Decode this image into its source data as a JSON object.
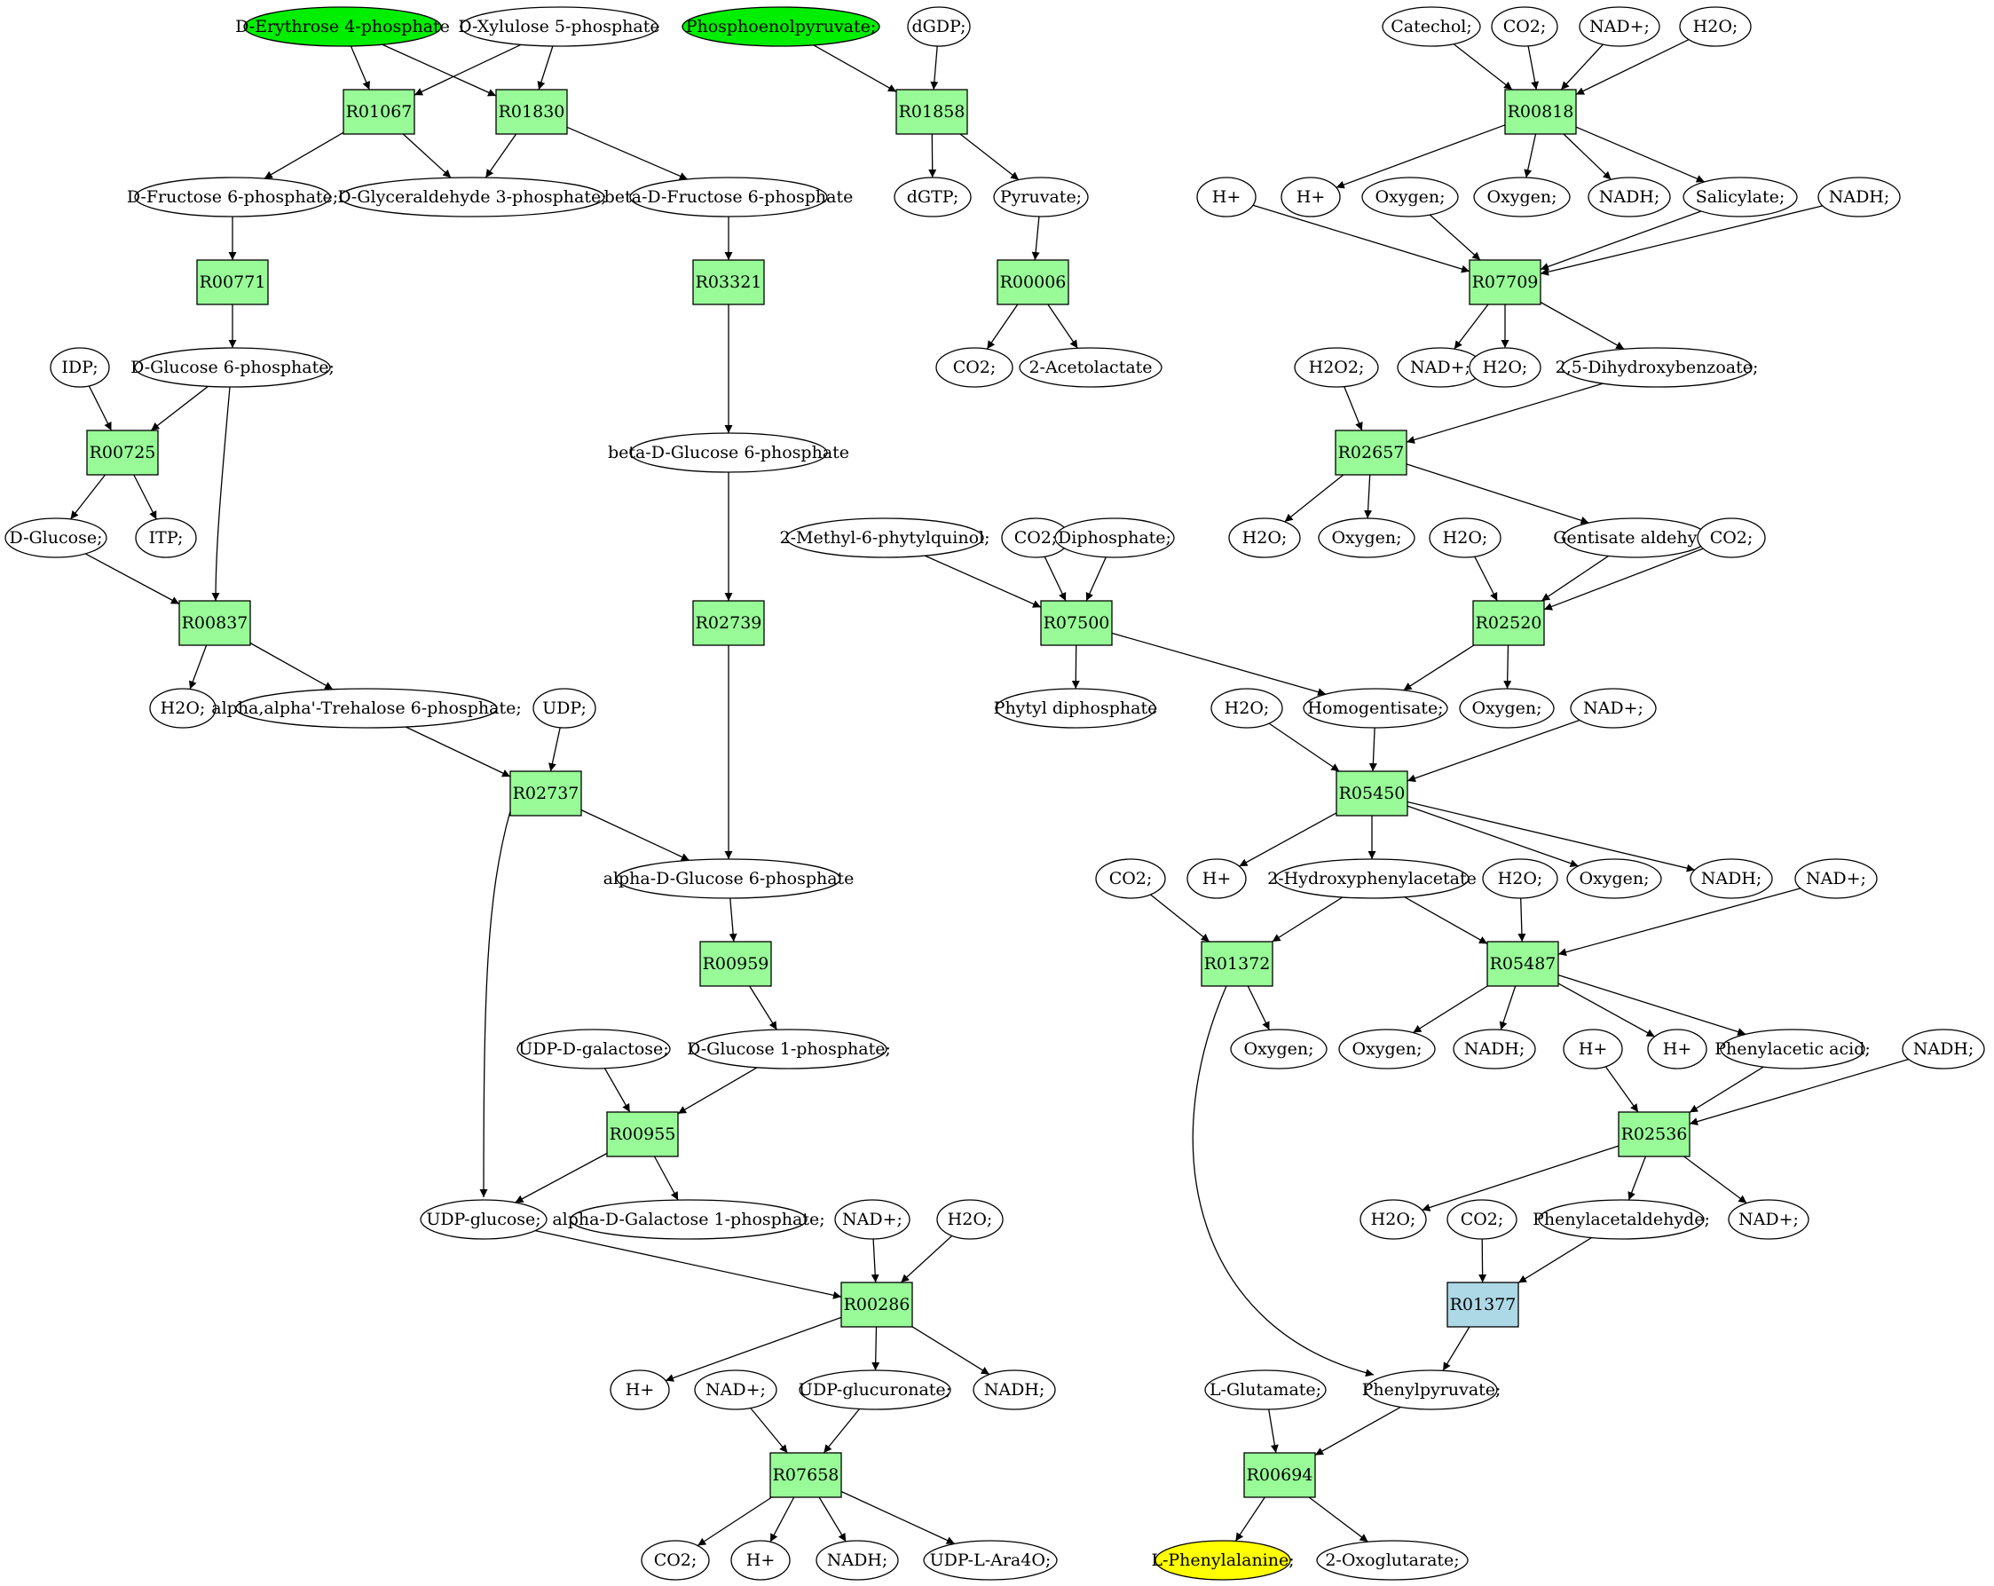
{
  "colors": {
    "reaction": "#98fb98",
    "reaction_highlight": "#add8e6",
    "compound": "#ffffff",
    "start_compound": "#00ee00",
    "target_compound": "#ffff00"
  },
  "nodes": [
    {
      "id": "m1",
      "label": "D-Erythrose 4-phosphate",
      "type": "compound",
      "style": "start"
    },
    {
      "id": "m2",
      "label": "D-Xylulose 5-phosphate",
      "type": "compound"
    },
    {
      "id": "m3",
      "label": "Phosphoenolpyruvate;",
      "type": "compound",
      "style": "start"
    },
    {
      "id": "m4",
      "label": "dGDP;",
      "type": "compound"
    },
    {
      "id": "m5",
      "label": "Catechol;",
      "type": "compound"
    },
    {
      "id": "m6",
      "label": "CO2;",
      "type": "compound"
    },
    {
      "id": "m7",
      "label": "NAD+;",
      "type": "compound"
    },
    {
      "id": "m8",
      "label": "H2O;",
      "type": "compound"
    },
    {
      "id": "r1",
      "label": "R01067",
      "type": "reaction"
    },
    {
      "id": "r2",
      "label": "R01830",
      "type": "reaction"
    },
    {
      "id": "r3",
      "label": "R01858",
      "type": "reaction"
    },
    {
      "id": "r4",
      "label": "R00818",
      "type": "reaction"
    },
    {
      "id": "m9",
      "label": "D-Fructose 6-phosphate;",
      "type": "compound"
    },
    {
      "id": "m10",
      "label": "D-Glyceraldehyde 3-phosphate;",
      "type": "compound"
    },
    {
      "id": "m11",
      "label": "beta-D-Fructose 6-phosphate",
      "type": "compound"
    },
    {
      "id": "m12",
      "label": "dGTP;",
      "type": "compound"
    },
    {
      "id": "m13",
      "label": "Pyruvate;",
      "type": "compound"
    },
    {
      "id": "m14",
      "label": "H+",
      "type": "compound"
    },
    {
      "id": "m15",
      "label": "H+",
      "type": "compound"
    },
    {
      "id": "m16",
      "label": "Oxygen;",
      "type": "compound"
    },
    {
      "id": "m17",
      "label": "Oxygen;",
      "type": "compound"
    },
    {
      "id": "m18",
      "label": "NADH;",
      "type": "compound"
    },
    {
      "id": "m19",
      "label": "Salicylate;",
      "type": "compound"
    },
    {
      "id": "m20",
      "label": "NADH;",
      "type": "compound"
    },
    {
      "id": "r5",
      "label": "R00771",
      "type": "reaction"
    },
    {
      "id": "r6",
      "label": "R03321",
      "type": "reaction"
    },
    {
      "id": "r7",
      "label": "R00006",
      "type": "reaction"
    },
    {
      "id": "r8",
      "label": "R07709",
      "type": "reaction"
    },
    {
      "id": "m21",
      "label": "IDP;",
      "type": "compound"
    },
    {
      "id": "m22",
      "label": "D-Glucose 6-phosphate;",
      "type": "compound"
    },
    {
      "id": "m23",
      "label": "CO2;",
      "type": "compound"
    },
    {
      "id": "m24",
      "label": "2-Acetolactate",
      "type": "compound"
    },
    {
      "id": "m25",
      "label": "H2O2;",
      "type": "compound"
    },
    {
      "id": "m26",
      "label": "NAD+;",
      "type": "compound"
    },
    {
      "id": "m27",
      "label": "H2O;",
      "type": "compound"
    },
    {
      "id": "m28",
      "label": "2,5-Dihydroxybenzoate;",
      "type": "compound"
    },
    {
      "id": "r9",
      "label": "R00725",
      "type": "reaction"
    },
    {
      "id": "m29",
      "label": "beta-D-Glucose 6-phosphate",
      "type": "compound"
    },
    {
      "id": "r10",
      "label": "R02657",
      "type": "reaction"
    },
    {
      "id": "m30",
      "label": "D-Glucose;",
      "type": "compound"
    },
    {
      "id": "m31",
      "label": "ITP;",
      "type": "compound"
    },
    {
      "id": "m32",
      "label": "2-Methyl-6-phytylquinol;",
      "type": "compound"
    },
    {
      "id": "m33",
      "label": "CO2;",
      "type": "compound"
    },
    {
      "id": "m34",
      "label": "Diphosphate;",
      "type": "compound"
    },
    {
      "id": "m35",
      "label": "H2O;",
      "type": "compound"
    },
    {
      "id": "m36",
      "label": "Oxygen;",
      "type": "compound"
    },
    {
      "id": "m37",
      "label": "H2O;",
      "type": "compound"
    },
    {
      "id": "m38",
      "label": "Gentisate aldehyde",
      "type": "compound"
    },
    {
      "id": "m39",
      "label": "CO2;",
      "type": "compound"
    },
    {
      "id": "r11",
      "label": "R00837",
      "type": "reaction"
    },
    {
      "id": "r12",
      "label": "R02739",
      "type": "reaction"
    },
    {
      "id": "r13",
      "label": "R07500",
      "type": "reaction"
    },
    {
      "id": "r14",
      "label": "R02520",
      "type": "reaction"
    },
    {
      "id": "m40",
      "label": "H2O;",
      "type": "compound"
    },
    {
      "id": "m41",
      "label": "alpha,alpha'-Trehalose 6-phosphate;",
      "type": "compound"
    },
    {
      "id": "m42",
      "label": "UDP;",
      "type": "compound"
    },
    {
      "id": "m43",
      "label": "Phytyl diphosphate",
      "type": "compound"
    },
    {
      "id": "m44",
      "label": "H2O;",
      "type": "compound"
    },
    {
      "id": "m45",
      "label": "Homogentisate;",
      "type": "compound"
    },
    {
      "id": "m46",
      "label": "Oxygen;",
      "type": "compound"
    },
    {
      "id": "m47",
      "label": "NAD+;",
      "type": "compound"
    },
    {
      "id": "r15",
      "label": "R02737",
      "type": "reaction"
    },
    {
      "id": "r16",
      "label": "R05450",
      "type": "reaction"
    },
    {
      "id": "m48",
      "label": "alpha-D-Glucose 6-phosphate",
      "type": "compound"
    },
    {
      "id": "m49",
      "label": "CO2;",
      "type": "compound"
    },
    {
      "id": "m50",
      "label": "H+",
      "type": "compound"
    },
    {
      "id": "m51",
      "label": "2-Hydroxyphenylacetate",
      "type": "compound"
    },
    {
      "id": "m52",
      "label": "H2O;",
      "type": "compound"
    },
    {
      "id": "m53",
      "label": "Oxygen;",
      "type": "compound"
    },
    {
      "id": "m54",
      "label": "NADH;",
      "type": "compound"
    },
    {
      "id": "m55",
      "label": "NAD+;",
      "type": "compound"
    },
    {
      "id": "r17",
      "label": "R00959",
      "type": "reaction"
    },
    {
      "id": "r18",
      "label": "R01372",
      "type": "reaction"
    },
    {
      "id": "r19",
      "label": "R05487",
      "type": "reaction"
    },
    {
      "id": "m56",
      "label": "UDP-D-galactose;",
      "type": "compound"
    },
    {
      "id": "m57",
      "label": "D-Glucose 1-phosphate;",
      "type": "compound"
    },
    {
      "id": "m58",
      "label": "Oxygen;",
      "type": "compound"
    },
    {
      "id": "m59",
      "label": "Oxygen;",
      "type": "compound"
    },
    {
      "id": "m60",
      "label": "NADH;",
      "type": "compound"
    },
    {
      "id": "m61",
      "label": "H+",
      "type": "compound"
    },
    {
      "id": "m62",
      "label": "H+",
      "type": "compound"
    },
    {
      "id": "m63",
      "label": "Phenylacetic acid;",
      "type": "compound"
    },
    {
      "id": "m64",
      "label": "NADH;",
      "type": "compound"
    },
    {
      "id": "r20",
      "label": "R00955",
      "type": "reaction"
    },
    {
      "id": "r21",
      "label": "R02536",
      "type": "reaction"
    },
    {
      "id": "m65",
      "label": "UDP-glucose;",
      "type": "compound"
    },
    {
      "id": "m66",
      "label": "alpha-D-Galactose 1-phosphate;",
      "type": "compound"
    },
    {
      "id": "m67",
      "label": "NAD+;",
      "type": "compound"
    },
    {
      "id": "m68",
      "label": "H2O;",
      "type": "compound"
    },
    {
      "id": "m69",
      "label": "H2O;",
      "type": "compound"
    },
    {
      "id": "m70",
      "label": "CO2;",
      "type": "compound"
    },
    {
      "id": "m71",
      "label": "Phenylacetaldehyde;",
      "type": "compound"
    },
    {
      "id": "m72",
      "label": "NAD+;",
      "type": "compound"
    },
    {
      "id": "r22",
      "label": "R00286",
      "type": "reaction"
    },
    {
      "id": "r23",
      "label": "R01377",
      "type": "reaction",
      "style": "highlight"
    },
    {
      "id": "m73",
      "label": "H+",
      "type": "compound"
    },
    {
      "id": "m74",
      "label": "NAD+;",
      "type": "compound"
    },
    {
      "id": "m75",
      "label": "UDP-glucuronate;",
      "type": "compound"
    },
    {
      "id": "m76",
      "label": "NADH;",
      "type": "compound"
    },
    {
      "id": "m77",
      "label": "L-Glutamate;",
      "type": "compound"
    },
    {
      "id": "m78",
      "label": "Phenylpyruvate;",
      "type": "compound"
    },
    {
      "id": "r24",
      "label": "R07658",
      "type": "reaction"
    },
    {
      "id": "r25",
      "label": "R00694",
      "type": "reaction"
    },
    {
      "id": "m79",
      "label": "CO2;",
      "type": "compound"
    },
    {
      "id": "m80",
      "label": "H+",
      "type": "compound"
    },
    {
      "id": "m81",
      "label": "NADH;",
      "type": "compound"
    },
    {
      "id": "m82",
      "label": "UDP-L-Ara4O;",
      "type": "compound"
    },
    {
      "id": "m83",
      "label": "L-Phenylalanine;",
      "type": "compound",
      "style": "target"
    },
    {
      "id": "m84",
      "label": "2-Oxoglutarate;",
      "type": "compound"
    }
  ],
  "edges": [
    [
      "m1",
      "r1"
    ],
    [
      "m1",
      "r2"
    ],
    [
      "m2",
      "r1"
    ],
    [
      "m2",
      "r2"
    ],
    [
      "r1",
      "m9"
    ],
    [
      "r1",
      "m10"
    ],
    [
      "r2",
      "m10"
    ],
    [
      "r2",
      "m11"
    ],
    [
      "m3",
      "r3"
    ],
    [
      "m4",
      "r3"
    ],
    [
      "r3",
      "m12"
    ],
    [
      "r3",
      "m13"
    ],
    [
      "m5",
      "r4"
    ],
    [
      "m6",
      "r4"
    ],
    [
      "m7",
      "r4"
    ],
    [
      "m8",
      "r4"
    ],
    [
      "r4",
      "m15"
    ],
    [
      "r4",
      "m17"
    ],
    [
      "r4",
      "m18"
    ],
    [
      "r4",
      "m19"
    ],
    [
      "m9",
      "r5"
    ],
    [
      "m11",
      "r6"
    ],
    [
      "m13",
      "r7"
    ],
    [
      "m14",
      "r8"
    ],
    [
      "m16",
      "r8"
    ],
    [
      "m19",
      "r8"
    ],
    [
      "m20",
      "r8"
    ],
    [
      "r5",
      "m22"
    ],
    [
      "r6",
      "m29"
    ],
    [
      "r7",
      "m23"
    ],
    [
      "r7",
      "m24"
    ],
    [
      "r8",
      "m26"
    ],
    [
      "r8",
      "m27"
    ],
    [
      "r8",
      "m28"
    ],
    [
      "m21",
      "r9"
    ],
    [
      "m22",
      "r9"
    ],
    [
      "r9",
      "m30"
    ],
    [
      "r9",
      "m31"
    ],
    [
      "m25",
      "r10"
    ],
    [
      "m28",
      "r10"
    ],
    [
      "r10",
      "m35"
    ],
    [
      "r10",
      "m36"
    ],
    [
      "r10",
      "m38"
    ],
    [
      "m30",
      "r11"
    ],
    [
      "m22",
      "r11"
    ],
    [
      "r11",
      "m40"
    ],
    [
      "r11",
      "m41"
    ],
    [
      "m29",
      "r12"
    ],
    [
      "r12",
      "m48"
    ],
    [
      "m32",
      "r13"
    ],
    [
      "m33",
      "r13"
    ],
    [
      "m34",
      "r13"
    ],
    [
      "r13",
      "m43"
    ],
    [
      "r13",
      "m45"
    ],
    [
      "m37",
      "r14"
    ],
    [
      "m38",
      "r14"
    ],
    [
      "m39",
      "r14"
    ],
    [
      "r14",
      "m45"
    ],
    [
      "r14",
      "m46"
    ],
    [
      "m41",
      "r15"
    ],
    [
      "m42",
      "r15"
    ],
    [
      "r15",
      "m48"
    ],
    [
      "r15",
      "m65"
    ],
    [
      "m44",
      "r16"
    ],
    [
      "m45",
      "r16"
    ],
    [
      "m47",
      "r16"
    ],
    [
      "r16",
      "m50"
    ],
    [
      "r16",
      "m51"
    ],
    [
      "r16",
      "m53"
    ],
    [
      "r16",
      "m54"
    ],
    [
      "m48",
      "r17"
    ],
    [
      "r17",
      "m57"
    ],
    [
      "m49",
      "r18"
    ],
    [
      "m51",
      "r18"
    ],
    [
      "r18",
      "m58"
    ],
    [
      "r18",
      "m78"
    ],
    [
      "m51",
      "r19"
    ],
    [
      "m52",
      "r19"
    ],
    [
      "m55",
      "r19"
    ],
    [
      "r19",
      "m59"
    ],
    [
      "r19",
      "m60"
    ],
    [
      "r19",
      "m62"
    ],
    [
      "r19",
      "m63"
    ],
    [
      "m56",
      "r20"
    ],
    [
      "m57",
      "r20"
    ],
    [
      "r20",
      "m65"
    ],
    [
      "r20",
      "m66"
    ],
    [
      "m61",
      "r21"
    ],
    [
      "m63",
      "r21"
    ],
    [
      "m64",
      "r21"
    ],
    [
      "r21",
      "m69"
    ],
    [
      "r21",
      "m71"
    ],
    [
      "r21",
      "m72"
    ],
    [
      "m65",
      "r22"
    ],
    [
      "m67",
      "r22"
    ],
    [
      "m68",
      "r22"
    ],
    [
      "r22",
      "m73"
    ],
    [
      "r22",
      "m75"
    ],
    [
      "r22",
      "m76"
    ],
    [
      "m70",
      "r23"
    ],
    [
      "m71",
      "r23"
    ],
    [
      "r23",
      "m78"
    ],
    [
      "m74",
      "r24"
    ],
    [
      "m75",
      "r24"
    ],
    [
      "r24",
      "m79"
    ],
    [
      "r24",
      "m80"
    ],
    [
      "r24",
      "m81"
    ],
    [
      "r24",
      "m82"
    ],
    [
      "m77",
      "r25"
    ],
    [
      "m78",
      "r25"
    ],
    [
      "r25",
      "m83"
    ],
    [
      "r25",
      "m84"
    ]
  ]
}
